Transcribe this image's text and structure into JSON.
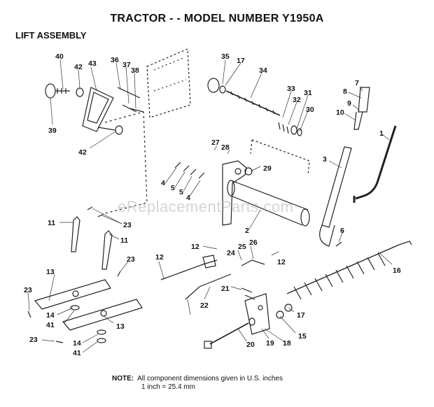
{
  "header": {
    "title": "TRACTOR - - MODEL NUMBER Y1950A",
    "section": "LIFT ASSEMBLY"
  },
  "watermark": "eReplacementParts.com",
  "note": {
    "label": "NOTE:",
    "line1": "All component dimensions given in U.S. inches",
    "line2": "1 inch = 25.4 mm"
  },
  "callouts": [
    "40",
    "42",
    "43",
    "36",
    "37",
    "38",
    "39",
    "42",
    "35",
    "17",
    "34",
    "33",
    "32",
    "31",
    "30",
    "7",
    "8",
    "9",
    "10",
    "1",
    "27",
    "28",
    "29",
    "3",
    "4",
    "5",
    "5",
    "4",
    "2",
    "6",
    "11",
    "23",
    "11",
    "12",
    "24",
    "25",
    "26",
    "12",
    "23",
    "16",
    "12",
    "22",
    "21",
    "17",
    "15",
    "13",
    "23",
    "14",
    "41",
    "13",
    "23",
    "14",
    "41",
    "20",
    "19",
    "18"
  ]
}
